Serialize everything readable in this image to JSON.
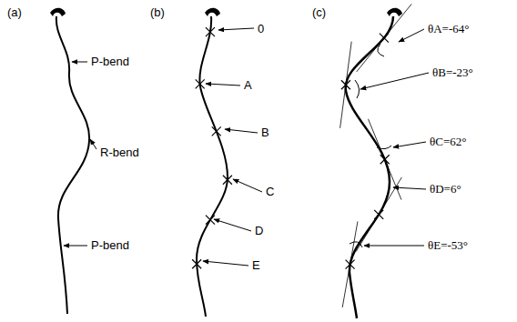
{
  "diagram": {
    "labels": [
      "(a)",
      "P-bend",
      "R-bend",
      "P-bend",
      "(b)",
      "0",
      "A",
      "B",
      "C",
      "D",
      "E",
      "(c)",
      "θA=-64°",
      "θB=-23°",
      "θC=62°",
      "θD=6°",
      "θE=-53°"
    ]
  }
}
